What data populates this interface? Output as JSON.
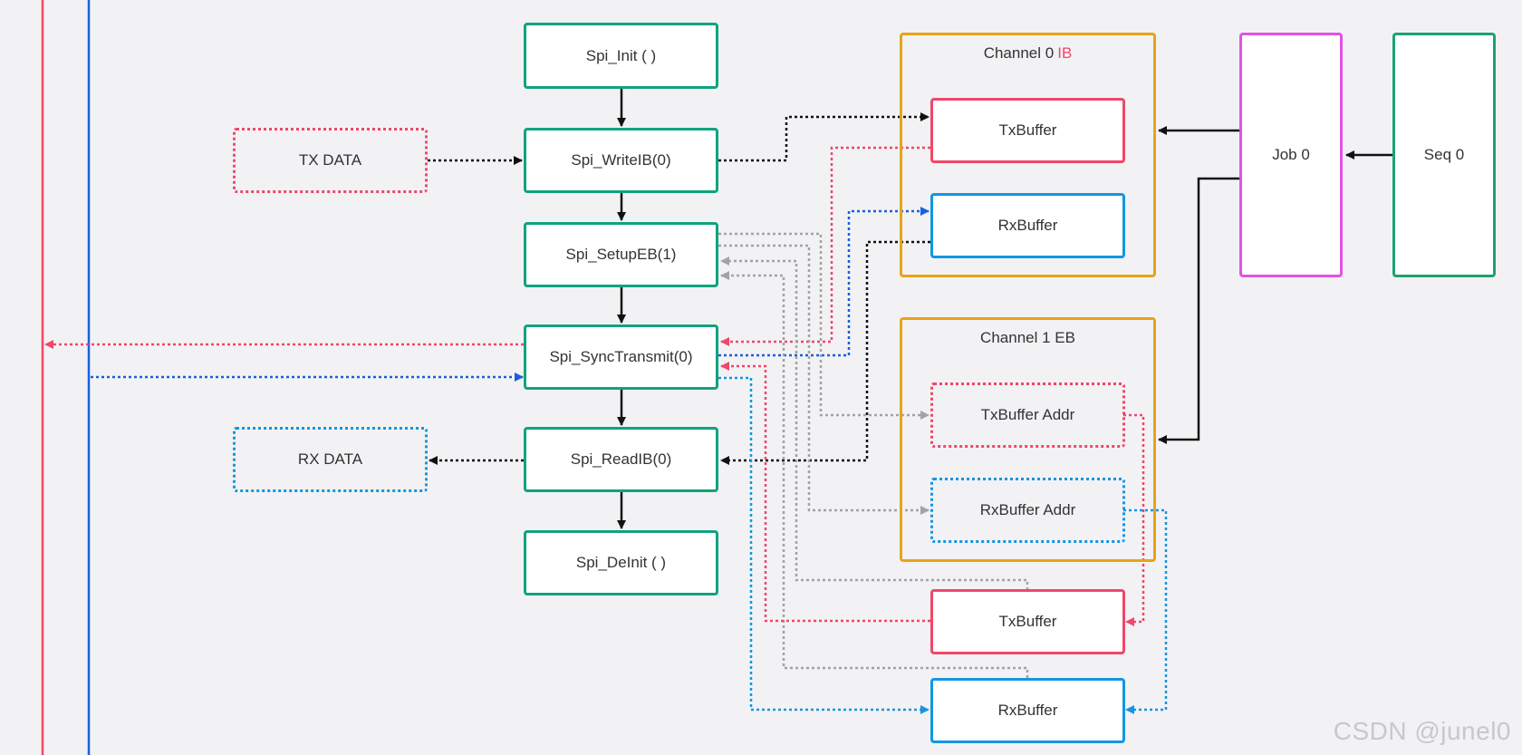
{
  "functions": {
    "init": "Spi_Init ( )",
    "write_ib": "Spi_WriteIB(0)",
    "setup_eb": "Spi_SetupEB(1)",
    "sync_transmit": "Spi_SyncTransmit(0)",
    "read_ib": "Spi_ReadIB(0)",
    "deinit": "Spi_DeInit ( )"
  },
  "data_boxes": {
    "tx_data": "TX DATA",
    "rx_data": "RX DATA"
  },
  "channel0": {
    "title": "Channel  0",
    "mode": "IB",
    "tx_buffer": "TxBuffer",
    "rx_buffer": "RxBuffer"
  },
  "channel1": {
    "title": "Channel  1 EB",
    "tx_addr": "TxBuffer Addr",
    "rx_addr": "RxBuffer Addr"
  },
  "external_buffers": {
    "tx_buffer": "TxBuffer",
    "rx_buffer": "RxBuffer"
  },
  "job": "Job 0",
  "seq": "Seq 0",
  "watermark": "CSDN @junel0",
  "colors": {
    "function_border": "#10a37f",
    "tx": "#f0476a",
    "rx": "#1495e4",
    "channel_border": "#e8a317",
    "job_border": "#e351e6",
    "seq_border": "#1ba370",
    "grey_link": "#a3a3a3",
    "black_link": "#111111"
  }
}
